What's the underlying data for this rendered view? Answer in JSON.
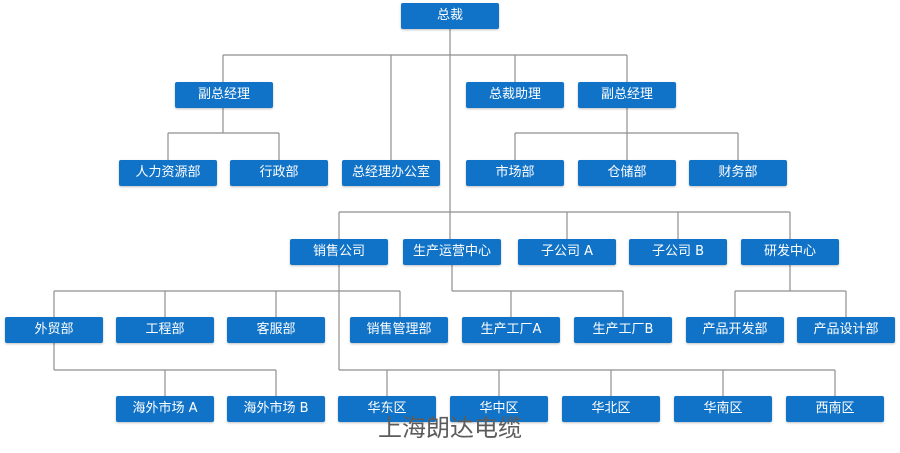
{
  "org_chart": {
    "line_color": "#8f8f8f",
    "node_color": "#1173c7",
    "nodes": {
      "ceo": "总裁",
      "vp_left": "副总经理",
      "ceo_assistant": "总裁助理",
      "vp_right": "副总经理",
      "hr": "人力资源部",
      "admin": "行政部",
      "gm_office": "总经理办公室",
      "marketing": "市场部",
      "warehouse": "仓储部",
      "finance": "财务部",
      "sales_company": "销售公司",
      "production_center": "生产运营中心",
      "subsidiary_a": "子公司 A",
      "subsidiary_b": "子公司 B",
      "rd_center": "研发中心",
      "foreign_trade": "外贸部",
      "engineering": "工程部",
      "customer_service": "客服部",
      "sales_management": "销售管理部",
      "factory_a": "生产工厂A",
      "factory_b": "生产工厂B",
      "product_development": "产品开发部",
      "product_design": "产品设计部",
      "overseas_a": "海外市场 A",
      "overseas_b": "海外市场 B",
      "east_china": "华东区",
      "central_china": "华中区",
      "north_china": "华北区",
      "south_china": "华南区",
      "southwest": "西南区"
    }
  },
  "watermark": "上海朗达电缆"
}
